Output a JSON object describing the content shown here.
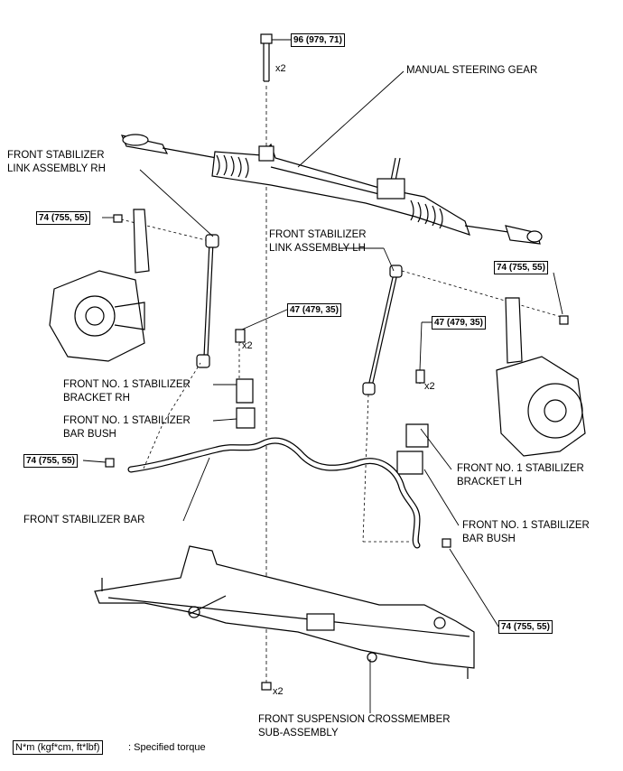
{
  "labels": {
    "manual_steering_gear": "MANUAL STEERING GEAR",
    "link_rh_1": "FRONT STABILIZER",
    "link_rh_2": "LINK ASSEMBLY RH",
    "link_lh_1": "FRONT STABILIZER",
    "link_lh_2": "LINK ASSEMBLY LH",
    "bracket_rh_1": "FRONT NO. 1 STABILIZER",
    "bracket_rh_2": "BRACKET RH",
    "bush_rh_1": "FRONT NO. 1 STABILIZER",
    "bush_rh_2": "BAR BUSH",
    "bracket_lh_1": "FRONT NO. 1 STABILIZER",
    "bracket_lh_2": "BRACKET LH",
    "bush_lh_1": "FRONT NO. 1 STABILIZER",
    "bush_lh_2": "BAR BUSH",
    "stabilizer_bar": "FRONT STABILIZER BAR",
    "crossmember_1": "FRONT SUSPENSION CROSSMEMBER",
    "crossmember_2": "SUB-ASSEMBLY"
  },
  "torques": {
    "t96": "96 (979, 71)",
    "t74_rh": "74 (755, 55)",
    "t74_lh": "74 (755, 55)",
    "t47_rh": "47 (479, 35)",
    "t47_lh": "47 (479, 35)",
    "t74_bar": "74 (755, 55)",
    "t74_bottom": "74 (755, 55)"
  },
  "quantities": {
    "q_top": "x2",
    "q_rh": "x2",
    "q_lh": "x2",
    "q_bottom": "x2"
  },
  "legend": {
    "unit": "N*m (kgf*cm, ft*lbf)",
    "text": ": Specified torque"
  }
}
